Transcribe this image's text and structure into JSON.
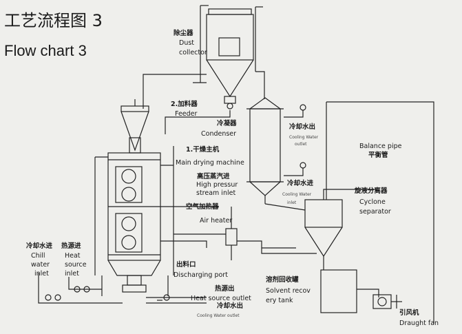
{
  "title": {
    "zh": "工艺流程图 3",
    "en": "Flow chart 3"
  },
  "labels": {
    "dust_collector_zh": "除尘器",
    "dust_collector_en_1": "Dust",
    "dust_collector_en_2": "collector",
    "feeder_zh": "2.加料器",
    "feeder_en": "Feeder",
    "condenser_zh": "冷凝器",
    "condenser_en": "Condenser",
    "cooling_out_top_zh": "冷却水出",
    "cooling_out_top_en_1": "Cooling Water",
    "cooling_out_top_en_2": "outlet",
    "balance_pipe_en": "Balance pipe",
    "balance_pipe_zh": "平衡管",
    "main_drying_zh": "1.干燥主机",
    "main_drying_en": "Main drying machine",
    "steam_inlet_zh": "高压蒸汽进",
    "steam_inlet_en_1": "High pressur",
    "steam_inlet_en_2": "stream inlet",
    "cooling_in_zh": "冷却水进",
    "cooling_in_en_1": "Cooling Water",
    "cooling_in_en_2": "inlet",
    "cyclone_zh": "旋液分离器",
    "cyclone_en_1": "Cyclone",
    "cyclone_en_2": "separator",
    "air_heater_zh": "空气加热器",
    "air_heater_en": "Air heater",
    "chill_water_zh": "冷却水进",
    "chill_water_en_1": "Chill",
    "chill_water_en_2": "water",
    "chill_water_en_3": "inlet",
    "heat_source_in_zh": "热源进",
    "heat_source_in_en_1": "Heat",
    "heat_source_in_en_2": "source",
    "heat_source_in_en_3": "inlet",
    "discharge_zh": "出料口",
    "discharge_en": "Discharging port",
    "solvent_zh": "溶剂回收罐",
    "solvent_en_1": "Solvent recov",
    "solvent_en_2": "ery tank",
    "heat_out_zh": "热源出",
    "heat_out_en": "Heat source outlet",
    "cooling_out_bottom_zh": "冷却水出",
    "cooling_out_bottom_en": "Cooling Water outlet",
    "draught_zh": "引风机",
    "draught_en": "Draught fan"
  }
}
